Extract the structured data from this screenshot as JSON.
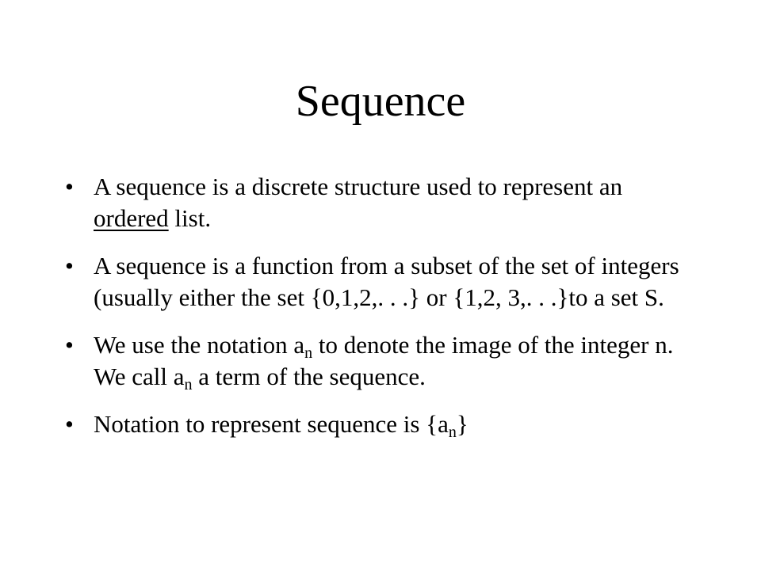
{
  "slide": {
    "title": "Sequence",
    "bullet_glyph": "•",
    "bullets": [
      {
        "part1": "A sequence is a discrete structure used to represent an ",
        "underlined": "ordered",
        "part2": " list."
      },
      {
        "text": "A sequence is a function from a subset of the set of integers (usually either the set {0,1,2,. . .} or {1,2, 3,. . .}to a set S."
      },
      {
        "part1": "We use the notation a",
        "sub1": "n",
        "part2": " to denote the image of the integer n.  We call a",
        "sub2": "n",
        "part3": " a term of the sequence."
      },
      {
        "part1": "Notation to represent sequence is {a",
        "sub1": "n",
        "part2": "}"
      }
    ]
  }
}
